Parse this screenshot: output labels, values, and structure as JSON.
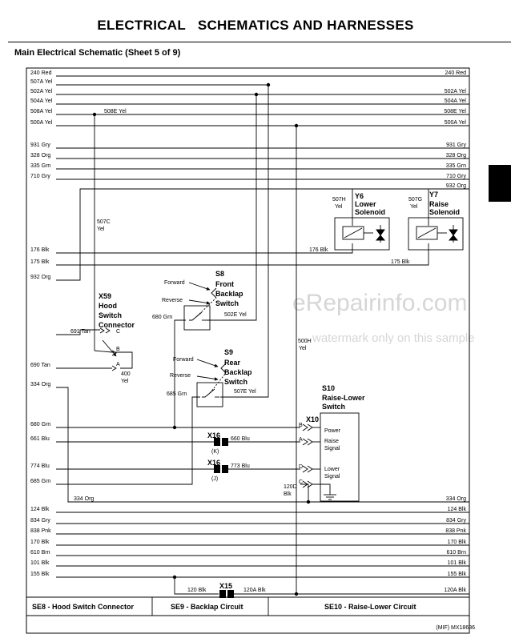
{
  "title": "ELECTRICAL   SCHEMATICS AND HARNESSES",
  "subtitle": "Main Electrical Schematic (Sheet 5 of 9)",
  "watermark": {
    "main": "eRepairinfo.com",
    "sub": "watermark only on this sample"
  },
  "wires_left": [
    "240 Red",
    "507A Yel",
    "502A Yel",
    "504A Yel",
    "508A Yel",
    "500A Yel",
    "931 Gry",
    "328 Org",
    "335 Grn",
    "710 Gry"
  ],
  "wires_right": [
    "240 Red",
    "502A Yel",
    "504A Yel",
    "508E Yel",
    "500A Yel",
    "931 Gry",
    "328 Org",
    "335 Grn",
    "710 Gry",
    "932 Org"
  ],
  "wire_labels": {
    "w508e": "508E Yel",
    "w507c_1": "507C",
    "w507c_2": "Yel",
    "w176_left": "176 Blk",
    "w175_left": "175 Blk",
    "w932_left": "932 Org",
    "w176_mid": "176 Blk",
    "w175_mid": "175 Blk",
    "w507h_1": "507H",
    "w507h_2": "Yel",
    "w507g_1": "507G",
    "w507g_2": "Yel",
    "w691": "691 Tan",
    "w690": "690 Tan",
    "w400_1": "400",
    "w400_2": "Yel",
    "w334_left": "334 Org",
    "w680_left": "680 Grn",
    "w680_mid": "680 Grn",
    "w502e": "502E Yel",
    "w685_mid": "685 Grn",
    "w507e": "507E Yel",
    "w500h_1": "500H",
    "w500h_2": "Yel",
    "w661": "661 Blu",
    "w660": "660 Blu",
    "w774": "774 Blu",
    "w773": "773 Blu",
    "w685_left": "685 Grn",
    "w334_bottom": "334 Org",
    "w334_right": "334 Org",
    "w120d_1": "120D",
    "w120d_2": "Blk",
    "w120_blk": "120 Blk",
    "w120a_blk": "120A Blk"
  },
  "bottom_left": [
    "124 Blk",
    "834 Gry",
    "838 Pnk",
    "170 Blk",
    "610 Brn",
    "101 Blk",
    "155 Blk"
  ],
  "bottom_right": [
    "124 Blk",
    "834 Gry",
    "838 Pnk",
    "170 Blk",
    "610 Brn",
    "101 Blk",
    "155 Blk",
    "120A Blk"
  ],
  "components": {
    "y6": {
      "id": "Y6",
      "name1": "Lower",
      "name2": "Solenoid"
    },
    "y7": {
      "id": "Y7",
      "name1": "Raise",
      "name2": "Solenoid"
    },
    "s8": {
      "id": "S8",
      "name1": "Front",
      "name2": "Backlap",
      "name3": "Switch",
      "forward": "Forward",
      "reverse": "Reverse"
    },
    "s9": {
      "id": "S9",
      "name1": "Rear",
      "name2": "Backlap",
      "name3": "Switch",
      "forward": "Forward",
      "reverse": "Reverse"
    },
    "x59": {
      "id": "X59",
      "name1": "Hood",
      "name2": "Switch",
      "name3": "Connector",
      "pin_c": "C",
      "pin_b": "B",
      "pin_a": "A"
    },
    "s10": {
      "id": "S10",
      "name1": "Raise-Lower",
      "name2": "Switch",
      "power": "Power",
      "raise1": "Raise",
      "raise2": "Signal",
      "lower1": "Lower",
      "lower2": "Signal"
    },
    "x10": {
      "id": "X10",
      "pin_b": "B",
      "pin_a": "A",
      "pin_d": "D",
      "pin_c": "C"
    },
    "x16_k": {
      "id": "X16",
      "pin": "(K)"
    },
    "x16_j": {
      "id": "X16",
      "pin": "(J)"
    },
    "x15": {
      "id": "X15"
    }
  },
  "sections": [
    "SE8 - Hood Switch Connector",
    "SE9 - Backlap Circuit",
    "SE10 - Raise-Lower Circuit"
  ],
  "footer": "(MIF) MX18636"
}
